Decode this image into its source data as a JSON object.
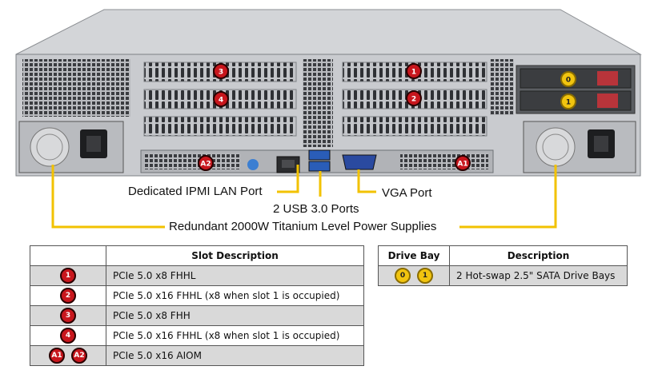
{
  "callouts": {
    "ipmi": "Dedicated IPMI LAN Port",
    "usb": "2 USB 3.0 Ports",
    "vga": "VGA Port",
    "psu": "Redundant 2000W Titanium Level Power Supplies"
  },
  "chassis_markers": {
    "slot_3": "3",
    "slot_1": "1",
    "slot_4": "4",
    "slot_2": "2",
    "aiom_a2": "A2",
    "aiom_a1": "A1",
    "bay_0": "0",
    "bay_1": "1"
  },
  "slot_table": {
    "headers": [
      "",
      "Slot Description"
    ],
    "rows": [
      {
        "badges": [
          "1"
        ],
        "description": "PCIe 5.0 x8 FHHL"
      },
      {
        "badges": [
          "2"
        ],
        "description": "PCIe 5.0 x16 FHHL (x8 when slot 1 is occupied)"
      },
      {
        "badges": [
          "3"
        ],
        "description": "PCIe 5.0 x8 FHH"
      },
      {
        "badges": [
          "4"
        ],
        "description": "PCIe 5.0 x16 FHHL (x8 when slot 1 is occupied)"
      },
      {
        "badges": [
          "A1",
          "A2"
        ],
        "description": "PCIe 5.0 x16 AIOM"
      }
    ]
  },
  "drive_table": {
    "headers": [
      "Drive Bay",
      "Description"
    ],
    "rows": [
      {
        "badges": [
          "0",
          "1"
        ],
        "description": "2 Hot-swap 2.5\" SATA Drive Bays"
      }
    ]
  },
  "colors": {
    "callout_line": "#f2c200",
    "badge_red": "#c8161d",
    "badge_gold": "#f1c40f",
    "chassis": "#c9cbcf",
    "row_shade": "#d9d9d9"
  }
}
